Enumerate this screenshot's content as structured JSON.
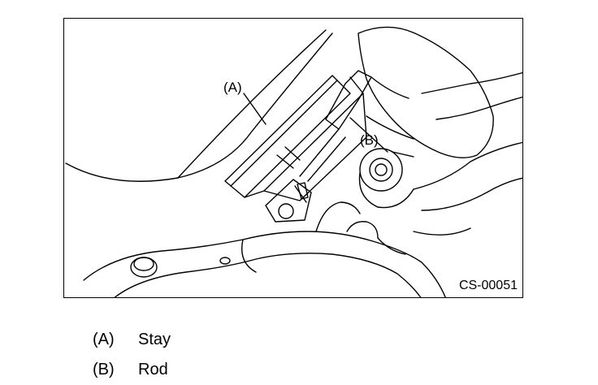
{
  "figure": {
    "code": "CS-00051",
    "callouts": [
      {
        "key": "A",
        "label": "(A)"
      },
      {
        "key": "B",
        "label": "(B)"
      }
    ]
  },
  "legend": [
    {
      "key": "(A)",
      "text": "Stay"
    },
    {
      "key": "(B)",
      "text": "Rod"
    }
  ]
}
